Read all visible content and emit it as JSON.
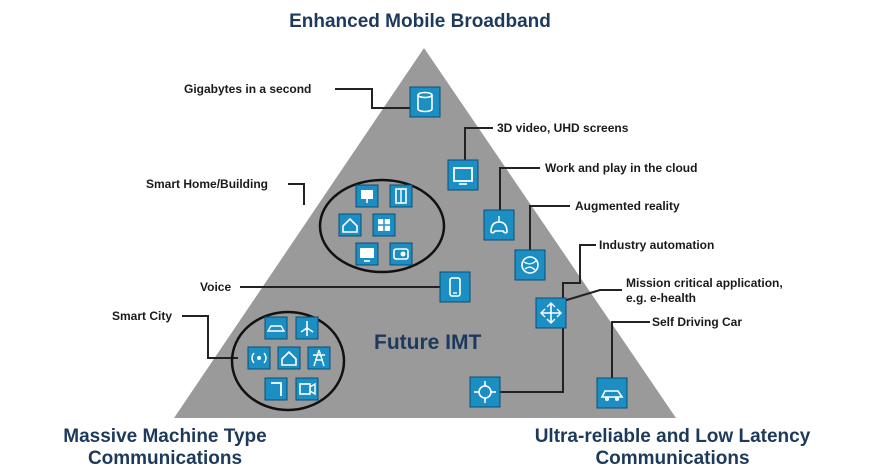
{
  "corners": {
    "top": "Enhanced Mobile Broadband",
    "bottom_left": [
      "Massive Machine Type",
      "Communications"
    ],
    "bottom_right": [
      "Ultra-reliable  and Low Latency",
      "Communications"
    ]
  },
  "center_label": "Future IMT",
  "callouts": {
    "gigabytes": "Gigabytes in a second",
    "video_3d": "3D video, UHD screens",
    "cloud": "Work and play in the cloud",
    "smart_home": "Smart Home/Building",
    "augmented_reality": "Augmented reality",
    "industry_automation": "Industry automation",
    "voice": "Voice",
    "mission_critical": [
      "Mission  critical  application,",
      "e.g. e-health"
    ],
    "smart_city": "Smart City",
    "self_driving": "Self Driving Car"
  },
  "colors": {
    "triangle": "#9a9a9a",
    "icon_fill": "#1b8fc4",
    "icon_border": "#0a4f73",
    "title": "#1d3a5c",
    "leader_line": "#222222"
  },
  "icons": {
    "gigabytes": "database-icon",
    "video_3d": "tv-screen-icon",
    "cloud": "gamepad-icon",
    "augmented_reality": "globe-icon",
    "voice": "phone-icon",
    "mission_critical": "medical-cross-icon",
    "industry_automation": "robot-arm-icon",
    "self_driving": "car-icon"
  }
}
